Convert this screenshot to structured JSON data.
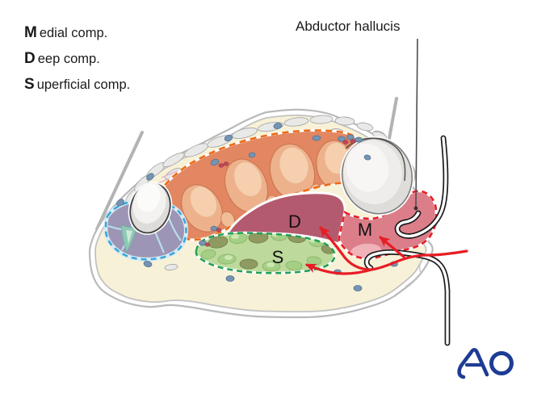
{
  "legend": {
    "items": [
      {
        "key": "M",
        "rest": "edial comp."
      },
      {
        "key": "D",
        "rest": "eep comp."
      },
      {
        "key": "S",
        "rest": "uperficial comp."
      }
    ]
  },
  "annotation": {
    "label": "Abductor hallucis"
  },
  "diagram": {
    "compartment_labels": {
      "deep": "D",
      "medial": "M",
      "superficial": "S"
    }
  },
  "logo": {
    "text": "AO"
  },
  "colors": {
    "medial_pink": "#dc7e89",
    "deep_maroon": "#b45a6e",
    "superficial_green": "#bdda9c",
    "lateral_lavender": "#9d95b5",
    "interosseous_salmon": "#e28762",
    "incision_red": "#e71d25",
    "orange_dash": "#ed6a16",
    "green_dash": "#22a050",
    "blue_dash": "#3ba7d9",
    "skin_cream": "#f7f1d7",
    "ao_blue": "#1e3c94"
  }
}
